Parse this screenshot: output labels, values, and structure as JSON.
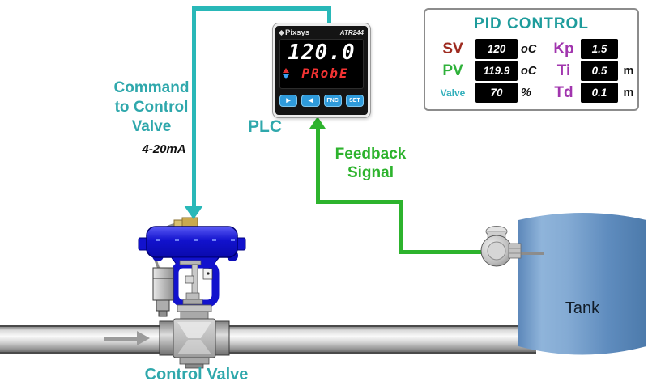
{
  "pid_panel": {
    "title": "PID CONTROL",
    "rows_left": [
      {
        "label": "SV",
        "value": "120",
        "unit": "oC"
      },
      {
        "label": "PV",
        "value": "119.9",
        "unit": "oC"
      },
      {
        "label": "Valve",
        "value": "70",
        "unit": "%"
      }
    ],
    "rows_right": [
      {
        "label": "Kp",
        "value": "1.5",
        "unit": ""
      },
      {
        "label": "Ti",
        "value": "0.5",
        "unit": "m"
      },
      {
        "label": "Td",
        "value": "0.1",
        "unit": "m"
      }
    ]
  },
  "plc": {
    "brand": "Pixsys",
    "model": "ATR244",
    "display_value": "120.0",
    "display_text": "PRobE",
    "buttons": [
      "▶",
      "◀",
      "FNC",
      "SET"
    ],
    "label": "PLC"
  },
  "labels": {
    "command_line1": "Command",
    "command_line2": "to Control",
    "command_line3": "Valve",
    "signal_range": "4-20mA",
    "feedback_line1": "Feedback",
    "feedback_line2": "Signal",
    "tank": "Tank",
    "control_valve": "Control Valve"
  },
  "colors": {
    "teal_text": "#2fa8ac",
    "teal_line": "#29b8b8",
    "green": "#2db32d",
    "pid_title": "#1e9c9c",
    "sv_red": "#9e2b20",
    "pv_green": "#2fb13a",
    "valve_teal": "#31afbb",
    "pid_purple": "#a135ae",
    "plc_button_blue": "#2f9bdb",
    "actuator_blue": "#1212cd",
    "tank_blue": "#6e9bca"
  }
}
